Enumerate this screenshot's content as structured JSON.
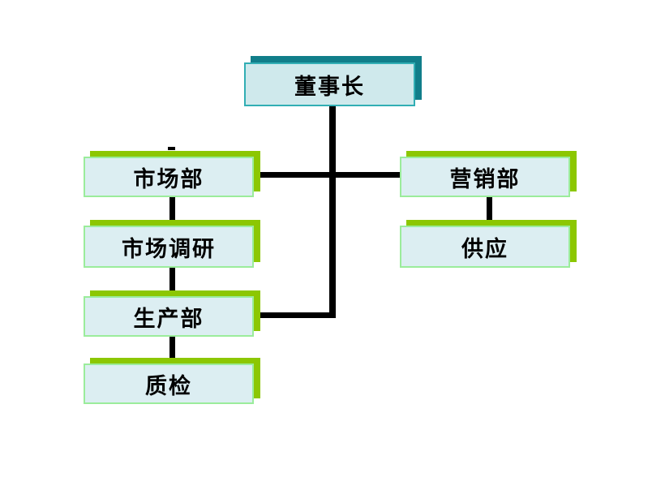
{
  "diagram": {
    "type": "org-chart",
    "nodes": [
      {
        "id": "chairman",
        "label": "董事长",
        "style": "teal"
      },
      {
        "id": "marketing",
        "label": "市场部",
        "style": "green"
      },
      {
        "id": "research",
        "label": "市场调研",
        "style": "green"
      },
      {
        "id": "production",
        "label": "生产部",
        "style": "green"
      },
      {
        "id": "qc",
        "label": "质检",
        "style": "green"
      },
      {
        "id": "sales",
        "label": "营销部",
        "style": "green"
      },
      {
        "id": "supply",
        "label": "供应",
        "style": "green"
      }
    ],
    "edges": [
      {
        "from": "董事长",
        "to": "市场部"
      },
      {
        "from": "董事长",
        "to": "营销部"
      },
      {
        "from": "董事长",
        "to": "生产部"
      },
      {
        "from": "市场部",
        "to": "市场调研"
      },
      {
        "from": "市场调研",
        "to": "生产部"
      },
      {
        "from": "生产部",
        "to": "质检"
      },
      {
        "from": "营销部",
        "to": "供应"
      }
    ],
    "colors": {
      "background": "#FFFFFF",
      "green_box_fill": "#DCEEF2",
      "green_box_border": "#9BEC9B",
      "green_box_shadow": "#8CC702",
      "teal_box_fill": "#CFE9EC",
      "teal_box_border": "#31AEB4",
      "teal_box_shadow": "#117E8A",
      "connector": "#000000",
      "text": "#000000"
    }
  }
}
